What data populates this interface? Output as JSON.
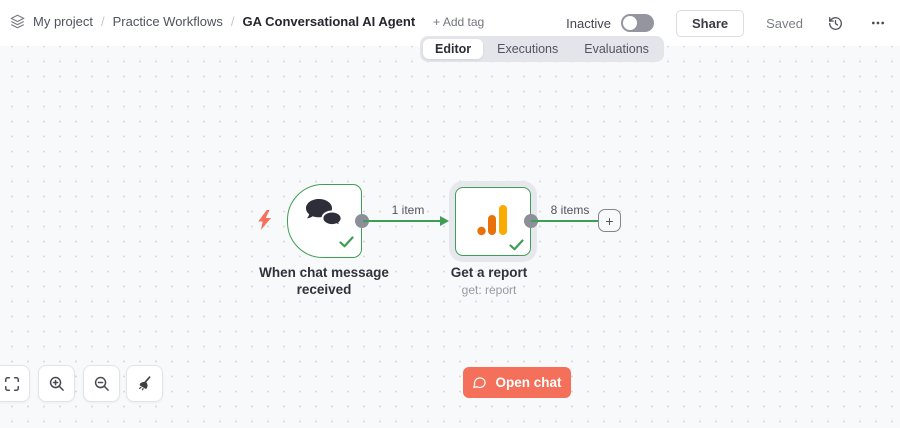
{
  "header": {
    "breadcrumb": {
      "project": "My project",
      "separator": "/",
      "folder": "Practice Workflows",
      "workflow": "GA Conversational AI Agent"
    },
    "add_tag": "+ Add tag",
    "activation": {
      "label": "Inactive",
      "enabled": false
    },
    "share": "Share",
    "saved": "Saved"
  },
  "tabs": [
    {
      "label": "Editor",
      "active": true
    },
    {
      "label": "Executions",
      "active": false
    },
    {
      "label": "Evaluations",
      "active": false
    }
  ],
  "canvas": {
    "nodes": [
      {
        "name": "When chat message received",
        "type": "chat-trigger",
        "status": "success"
      },
      {
        "name": "Get a report",
        "subtitle": "get: report",
        "type": "google-analytics",
        "status": "success"
      }
    ],
    "connections": [
      {
        "label": "1 item"
      },
      {
        "label": "8 items"
      }
    ],
    "add_node_glyph": "+",
    "open_chat": "Open chat"
  },
  "icons": {
    "project-icon": "layers",
    "activation-toggle": "switch-off",
    "history-icon": "clock-restore",
    "more-icon": "ellipsis",
    "chat-trigger-icon": "speech-bubbles",
    "google-analytics-icon": "bar-chart",
    "success-check-icon": "check",
    "trigger-bolt-icon": "lightning",
    "fit-view-icon": "corner-brackets",
    "zoom-in-icon": "magnifier-plus",
    "zoom-out-icon": "magnifier-minus",
    "tidy-up-icon": "broom",
    "open-chat-icon": "speech-bubble-outline",
    "add-node-icon": "plus"
  },
  "colors": {
    "accent": "#f4705a",
    "success_green": "#3f9e55",
    "ga_amber": "#F9AB00",
    "ga_orange": "#E8710A",
    "connector_gray": "#8d8f98",
    "canvas_bg": "#f8f9fb",
    "tab_bg": "#e3e5ea",
    "toggle_off": "#94959f"
  }
}
